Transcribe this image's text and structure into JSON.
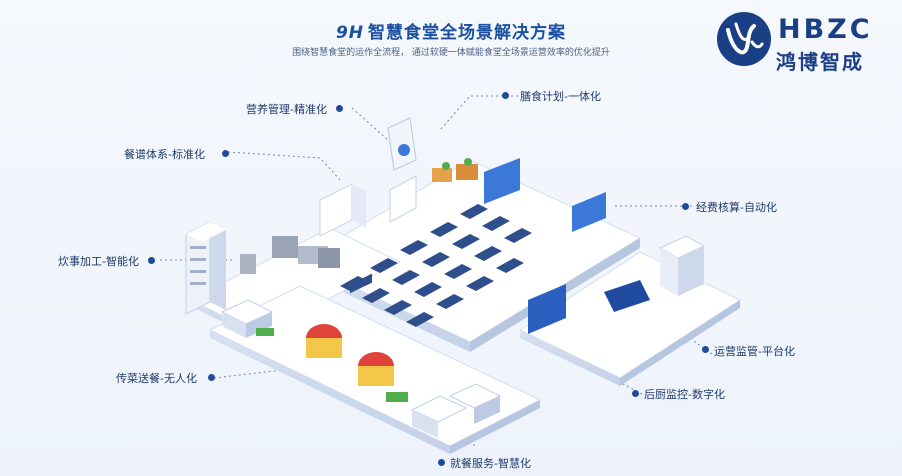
{
  "header": {
    "title_prefix": "9H",
    "title": "智慧食堂全场景解决方案",
    "subtitle": "围绕智慧食堂的运作全流程， 通过软硬一体赋能食堂全场景运营效率的优化提升"
  },
  "logo": {
    "brand": "HBZC",
    "name_cn": "鸿博智成"
  },
  "labels": {
    "nutrition": "营养管理-精准化",
    "meal_plan": "膳食计划-一体化",
    "menu": "餐谱体系-标准化",
    "cost": "经费核算-自动化",
    "cooking": "炊事加工-智能化",
    "platform": "运营监管-平台化",
    "delivery": "传菜送餐-无人化",
    "kitchen": "后厨监控-数字化",
    "dining": "就餐服务-智慧化"
  },
  "colors": {
    "brand": "#1b3f85",
    "dot": "#1e4c9a",
    "floor": "#ffffff",
    "edge": "#c9d6ec",
    "screen": "#3b78d8",
    "table": "#2f4f8c"
  }
}
